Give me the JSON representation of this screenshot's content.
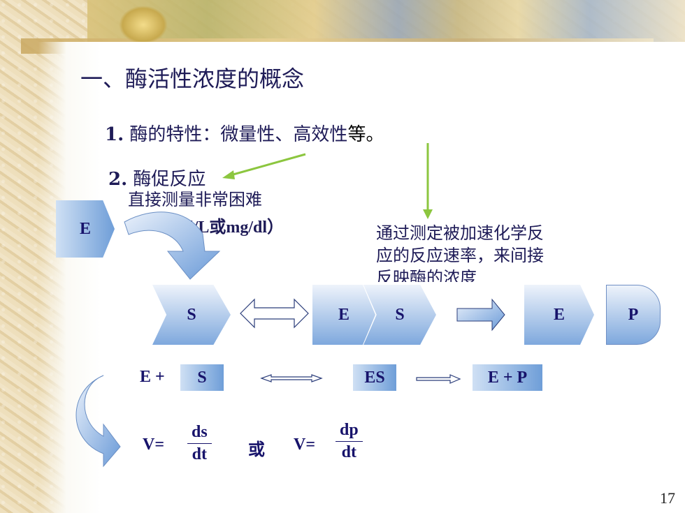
{
  "title": "一、酶活性浓度的概念",
  "point1": {
    "number": "1.",
    "text_dark": "酶的特性：微量性、高效性",
    "text_tail": "等。"
  },
  "point2": {
    "number": "2.",
    "text": "酶促反应"
  },
  "note_direct": {
    "line1": "直接测量非常困难",
    "line2": "l/L或mg/dl）"
  },
  "note_indirect": {
    "line1": "通过测定被加速化学反",
    "line2": "应的反应速率，来间接",
    "line3": "反映酶的浓度"
  },
  "shapes": {
    "e_left": "E",
    "s": "S",
    "es_e": "E",
    "es_s": "S",
    "e_right": "E",
    "p": "P"
  },
  "equation": {
    "e_plus": "E  +",
    "s": "S",
    "es": "ES",
    "ep": "E + P"
  },
  "rate": {
    "v1": "V=",
    "num1": "ds",
    "den1": "dt",
    "or": "或",
    "v2": "V=",
    "num2": "dp",
    "den2": "dt"
  },
  "page_number": "17",
  "colors": {
    "text": "#1e1b57",
    "arrow_green": "#8cc63f",
    "shape_blue": "#7ea8dd"
  }
}
